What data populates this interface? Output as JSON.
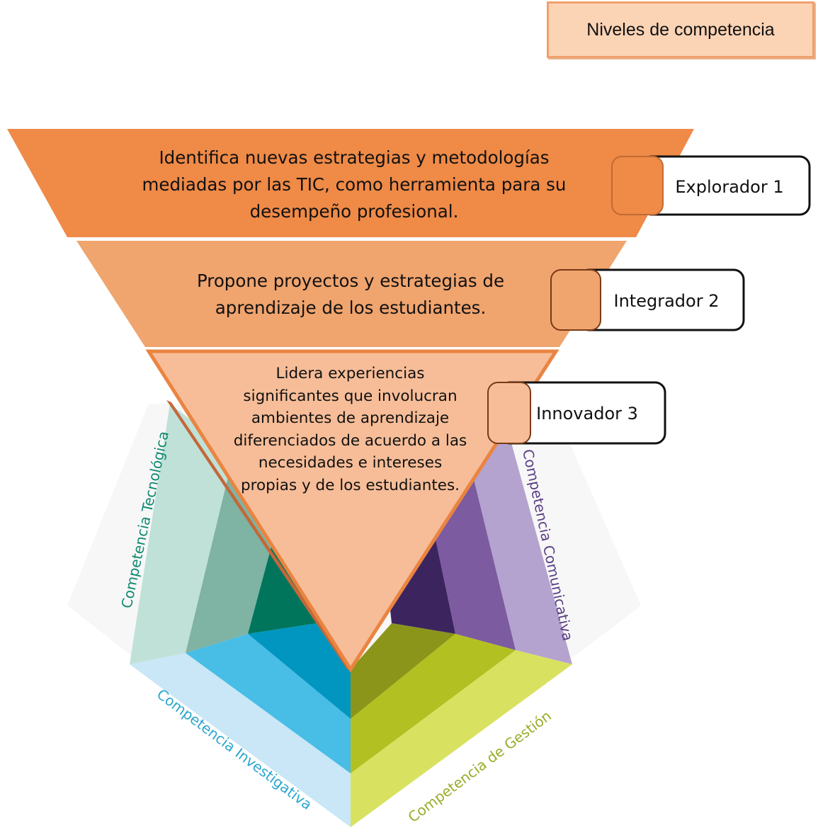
{
  "legend": {
    "title": "Niveles de competencia"
  },
  "levels": [
    {
      "label": "Explorador 1",
      "text": "Identifica nuevas estrategias y metodologías mediadas por las TIC, como herramienta para su desempeño profesional."
    },
    {
      "label": "Integrador 2",
      "text": "Propone proyectos y estrategias de aprendizaje de los estudiantes."
    },
    {
      "label": "Innovador 3",
      "text": "Lidera experiencias significantes que involucran ambientes de aprendizaje diferenciados de acuerdo a las necesidades e intereses propias y de los estudiantes."
    }
  ],
  "competencies": [
    {
      "name": "Competencia Tecnológica",
      "color": "#00755c"
    },
    {
      "name": "Competencia Comunicativa",
      "color": "#4a2e7a"
    },
    {
      "name": "Competencia Investigativa",
      "color": "#2aa6cf"
    },
    {
      "name": "Competencia de Gestión",
      "color": "#93a51b"
    }
  ],
  "colors": {
    "level1": "#ef8a47",
    "level2": "#f0a46e",
    "level3": "#f6bd98",
    "legend_bg": "#fbd3b5"
  }
}
